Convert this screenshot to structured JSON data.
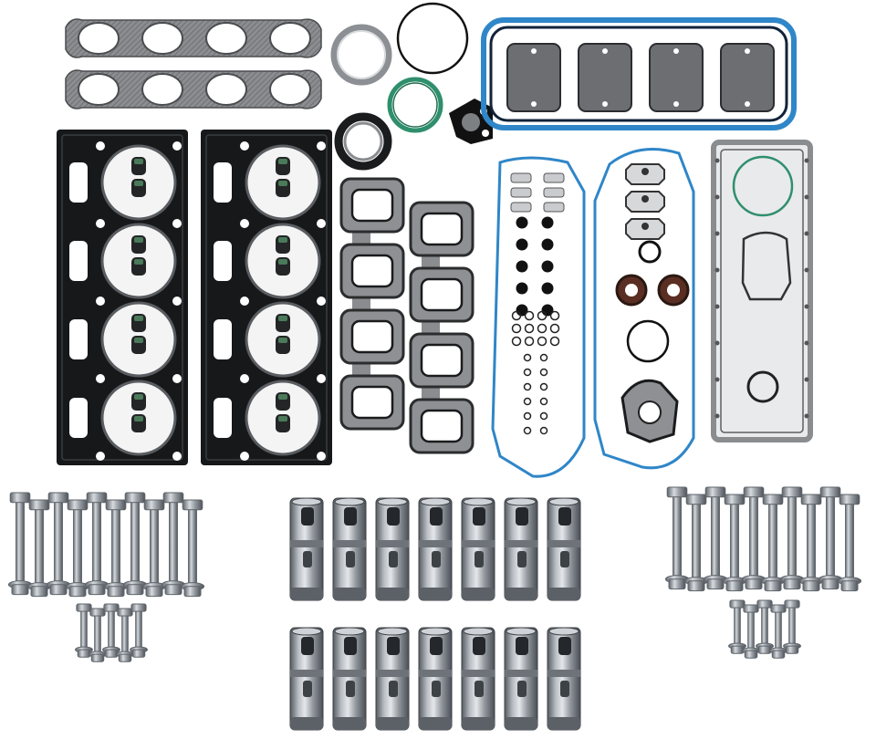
{
  "image": {
    "kind": "product-photo",
    "background": "#ffffff"
  },
  "colors": {
    "graphite": "#7b7d80",
    "graphite_dark": "#4a4c4f",
    "gasket_black": "#16181a",
    "blue_bead": "#2f86c8",
    "green_ring": "#2f8f6d",
    "steel": "#9aa0a6",
    "steel_dark": "#5e646a",
    "steel_light": "#d7dbdf",
    "seal_brown": "#5a2e22"
  },
  "parts": {
    "exhaust_gaskets": 2,
    "head_gaskets": 2,
    "intake_gaskets": 2,
    "valve_cover_gasket": 1,
    "timing_cover_gasket": 1,
    "oil_pan_gasket": 1,
    "front_cover_gasket": 1,
    "valve_stem_seals_per_head": 8,
    "long_head_bolts_per_group": 10,
    "short_head_bolts_per_group": 5,
    "lifter_rows": 2,
    "lifters_per_row": 7
  }
}
